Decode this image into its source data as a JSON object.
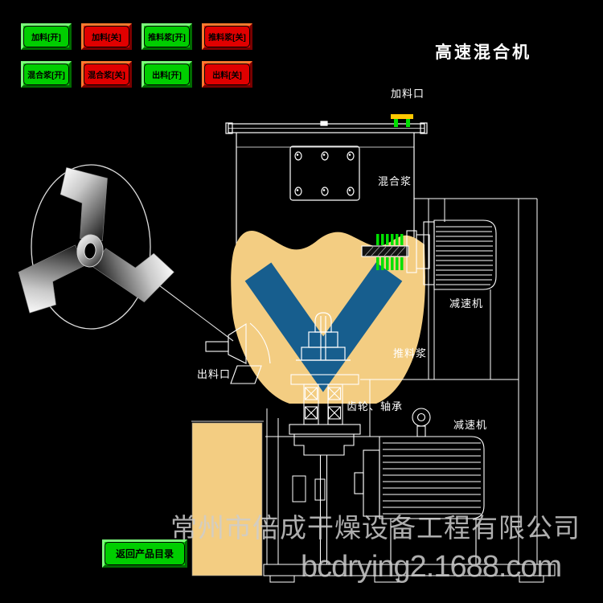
{
  "title": "高速混合机",
  "controls": {
    "buttons": [
      {
        "label": "加料[开]",
        "state": "on"
      },
      {
        "label": "加料[关]",
        "state": "off"
      },
      {
        "label": "推料浆[开]",
        "state": "on"
      },
      {
        "label": "推料浆[关]",
        "state": "off"
      },
      {
        "label": "混合浆[开]",
        "state": "on"
      },
      {
        "label": "混合浆[关]",
        "state": "off"
      },
      {
        "label": "出料[开]",
        "state": "on"
      },
      {
        "label": "出料[关]",
        "state": "off"
      }
    ],
    "back_label": "返回产品目录"
  },
  "diagram": {
    "labels": {
      "feed_port": "加料口",
      "mixing_paddle": "混合浆",
      "pushing_paddle": "推料浆",
      "discharge_port": "出料口",
      "gear_bearing": "齿轮、轴承",
      "reducer_top": "减速机",
      "reducer_bottom": "减速机"
    },
    "icons": {
      "feed_port_icon": "feed-port-icon",
      "impeller_icon": "impeller-detail-icon"
    }
  },
  "watermark": {
    "company": "常州市倍成干燥设备工程有限公司",
    "website": "bcdrying2.1688.com"
  },
  "colors": {
    "background": "#000000",
    "button_green": "#00CE00",
    "button_red": "#E00000",
    "material_tan": "#F3CD82",
    "funnel_blue": "#175E8E",
    "line_white": "#FFFFFF",
    "accent_yellow": "#FFC800",
    "accent_green": "#00E000",
    "watermark_gray": "#C8C8C8"
  }
}
